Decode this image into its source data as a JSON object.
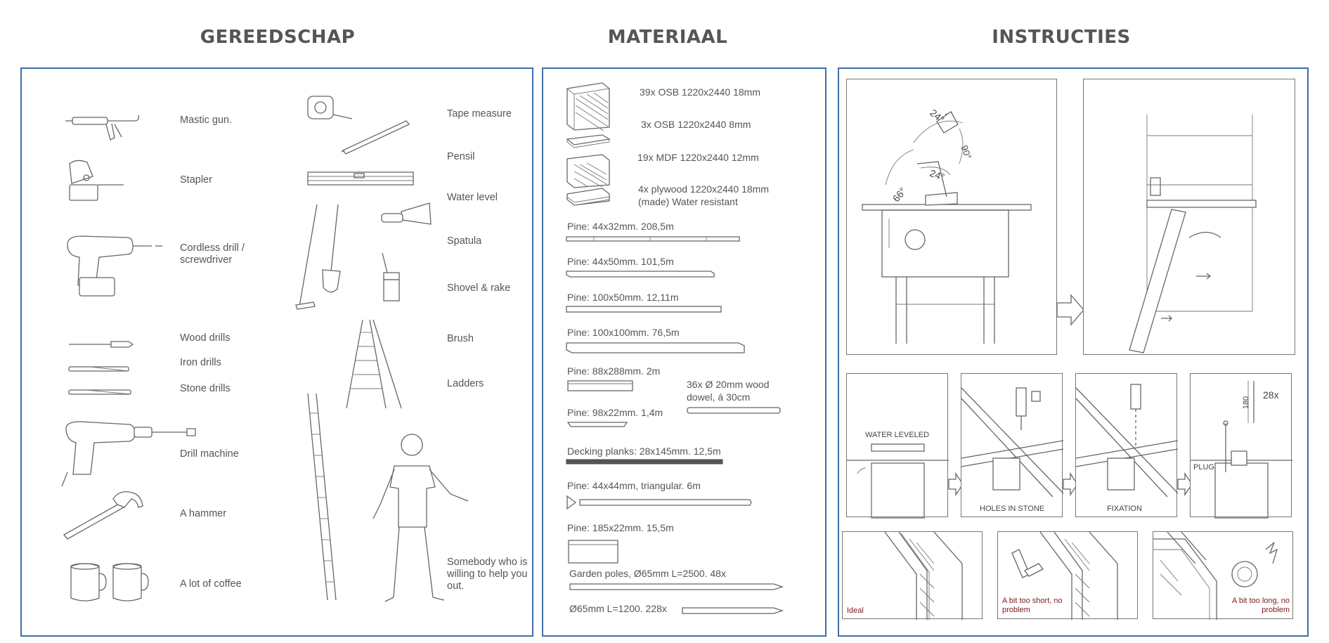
{
  "headings": {
    "tools": "GEREEDSCHAP",
    "material": "MATERIAAL",
    "instructions": "INSTRUCTIES"
  },
  "tools": [
    {
      "label": "Mastic gun.",
      "icon": "mastic-gun-icon"
    },
    {
      "label": "Stapler",
      "icon": "stapler-icon"
    },
    {
      "label": "Cordless drill / screwdriver",
      "icon": "cordless-drill-icon"
    },
    {
      "label": "Wood drills",
      "icon": "wood-drill-bit-icon"
    },
    {
      "label": "Iron drills",
      "icon": "iron-drill-bit-icon"
    },
    {
      "label": "Stone drills",
      "icon": "stone-drill-bit-icon"
    },
    {
      "label": "Drill machine",
      "icon": "drill-machine-icon"
    },
    {
      "label": "A hammer",
      "icon": "hammer-icon"
    },
    {
      "label": "A lot of coffee",
      "icon": "coffee-mugs-icon"
    },
    {
      "label": "Tape measure",
      "icon": "tape-measure-icon"
    },
    {
      "label": "Pensil",
      "icon": "pencil-icon"
    },
    {
      "label": "Water level",
      "icon": "water-level-icon"
    },
    {
      "label": "Spatula",
      "icon": "spatula-icon"
    },
    {
      "label": "Shovel & rake",
      "icon": "shovel-rake-icon"
    },
    {
      "label": "Brush",
      "icon": "brush-icon"
    },
    {
      "label": "Ladders",
      "icon": "ladder-icon"
    },
    {
      "label": "Somebody who is willing to help you out.",
      "icon": "person-helper-icon"
    }
  ],
  "materials": {
    "sheets": [
      "39x OSB 1220x2440 18mm",
      "3x OSB 1220x2440 8mm",
      "19x MDF 1220x2440 12mm",
      "4x plywood 1220x2440 18mm (made) Water resistant"
    ],
    "lumber": [
      "Pine: 44x32mm. 208,5m",
      "Pine: 44x50mm. 101,5m",
      "Pine: 100x50mm. 12,11m",
      "Pine: 100x100mm. 76,5m",
      "Pine: 88x288mm. 2m",
      "Pine: 98x22mm. 1,4m",
      "Decking planks: 28x145mm. 12,5m",
      "Pine: 44x44mm, triangular. 6m",
      "Pine: 185x22mm. 15,5m",
      "Garden poles, Ø65mm L=2500. 48x",
      "Ø65mm L=1200. 228x"
    ],
    "dowel": "36x Ø 20mm wood dowel, á 30cm"
  },
  "instructions": {
    "saw_angles": [
      "24°",
      "66°",
      "24°",
      "90°"
    ],
    "steps": [
      "WATER LEVELED",
      "HOLES IN STONE",
      "FIXATION",
      "PLUG"
    ],
    "screw_length": "180",
    "screw_count": "28x",
    "fit_examples": [
      "Ideal",
      "A bit too short, no problem",
      "A bit too long, no problem"
    ]
  },
  "colors": {
    "border": "#3e6fa8",
    "heading": "#555555",
    "caption_red": "#7a1c1c"
  }
}
